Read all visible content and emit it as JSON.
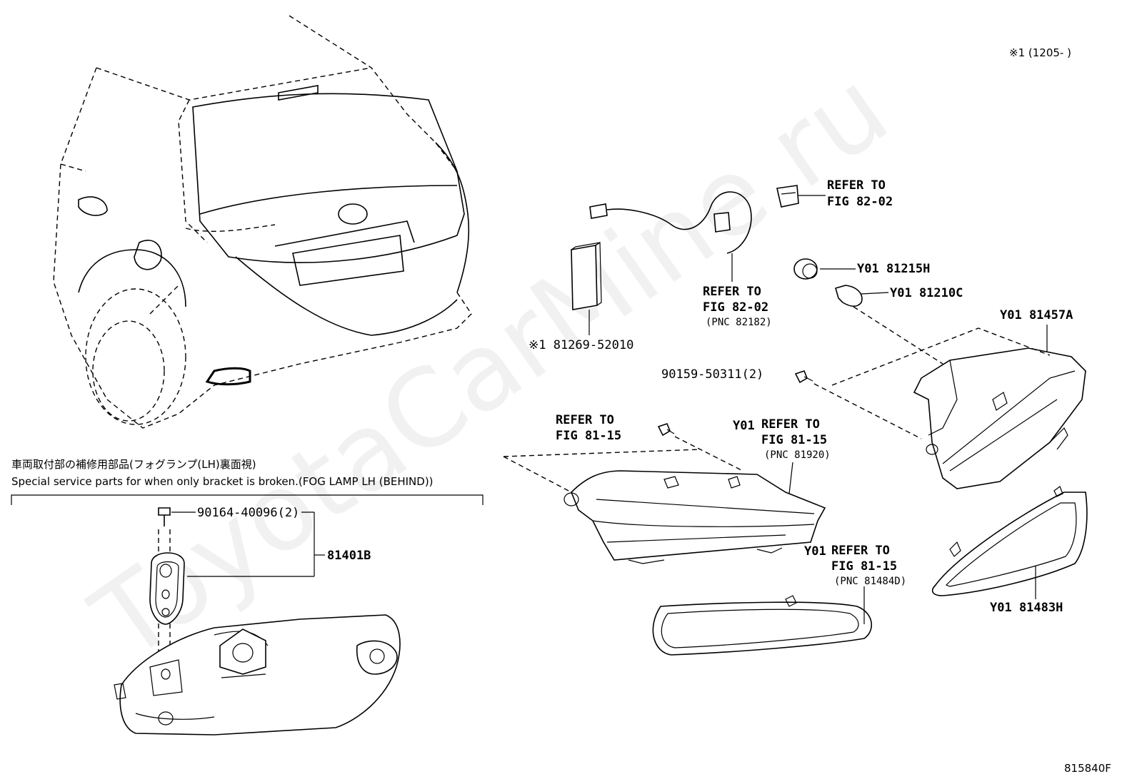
{
  "watermark": "ToyotaCarMine.ru",
  "header_note": "※1 (1205-       )",
  "diagram_code": "815840F",
  "section": {
    "title_ja": "車両取付部の補修用部品(フォグランプ(LH)裏面視)",
    "title_en": "Special service parts for when only bracket is broken.(FOG LAMP LH (BEHIND))"
  },
  "callouts": {
    "refer_8202_top": [
      "REFER TO",
      "FIG 82-02"
    ],
    "socket": "Y01 81215H",
    "bulb": "Y01 81210C",
    "refer_8202_wire": [
      "REFER TO",
      "FIG 82-02",
      "(PNC 82182)"
    ],
    "module": "※1 81269-52010",
    "lamp_assy": "Y01 81457A",
    "screw": "90159-50311(2)",
    "refer_8115_left": [
      "REFER TO",
      "FIG 81-15"
    ],
    "refer_81920_prefix": "Y01",
    "refer_81920": [
      "REFER TO",
      "FIG 81-15",
      "(PNC 81920)"
    ],
    "refer_81484d_prefix": "Y01",
    "refer_81484d": [
      "REFER TO",
      "FIG 81-15",
      "(PNC 81484D)"
    ],
    "bezel": "Y01 81483H",
    "bolt": "90164-40096(2)",
    "bracket": "81401B"
  }
}
